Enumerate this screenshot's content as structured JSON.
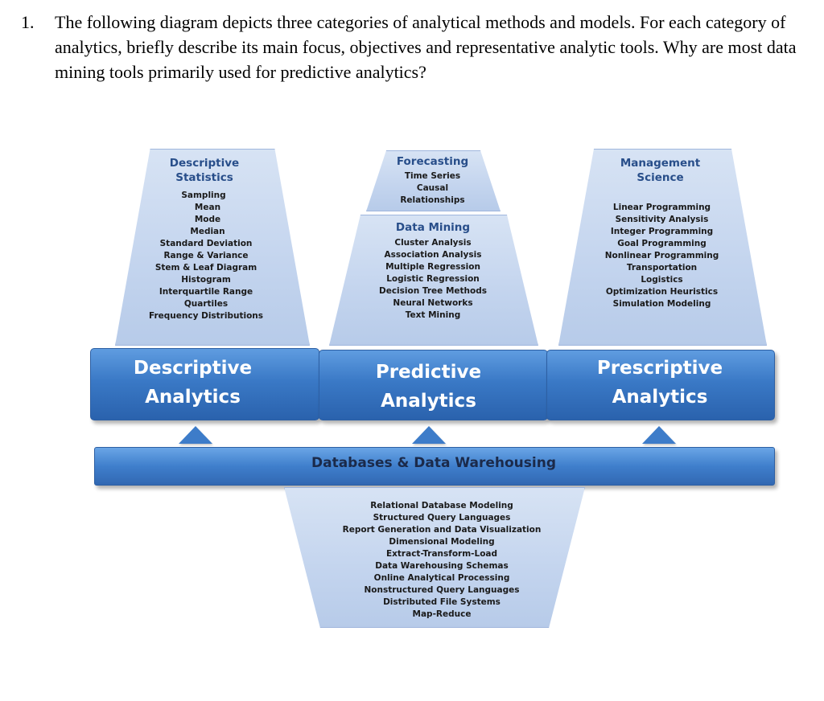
{
  "question": {
    "number": "1.",
    "text": "The following diagram depicts three categories of analytical methods and models.  For each category of analytics, briefly describe its main focus, objectives and representative analytic tools.  Why are most data mining tools primarily used for predictive analytics?"
  },
  "descriptive_box": {
    "title_lines": [
      "Descriptive",
      "Statistics"
    ],
    "items": [
      "Sampling",
      "Mean",
      "Mode",
      "Median",
      "Standard Deviation",
      "Range & Variance",
      "Stem & Leaf Diagram",
      "Histogram",
      "Interquartile Range",
      "Quartiles",
      "Frequency Distributions"
    ]
  },
  "forecasting_box": {
    "title": "Forecasting",
    "items": [
      "Time Series",
      "Causal",
      "Relationships"
    ]
  },
  "data_mining_box": {
    "title": "Data Mining",
    "items": [
      "Cluster Analysis",
      "Association Analysis",
      "Multiple Regression",
      "Logistic Regression",
      "Decision Tree Methods",
      "Neural Networks",
      "Text Mining"
    ]
  },
  "management_box": {
    "title_lines": [
      "Management",
      "Science"
    ],
    "items": [
      "Linear Programming",
      "Sensitivity Analysis",
      "Integer Programming",
      "Goal Programming",
      "Nonlinear Programming",
      "Transportation",
      "Logistics",
      "Optimization Heuristics",
      "Simulation Modeling"
    ]
  },
  "analytics_bars": {
    "descriptive": [
      "Descriptive",
      "Analytics"
    ],
    "predictive": [
      "Predictive",
      "Analytics"
    ],
    "prescriptive": [
      "Prescriptive",
      "Analytics"
    ]
  },
  "database_bar": {
    "label": "Databases & Data Warehousing"
  },
  "database_box": {
    "items": [
      "Relational Database Modeling",
      "Structured Query Languages",
      "Report Generation and Data Visualization",
      "Dimensional Modeling",
      "Extract-Transform-Load",
      "Data Warehousing Schemas",
      "Online Analytical Processing",
      "Nonstructured Query Languages",
      "Distributed File Systems",
      "Map-Reduce"
    ]
  },
  "colors": {
    "bar_blue": "#3a79c6",
    "box_light_blue": "#c3d4ee",
    "title_blue": "#284e8a"
  }
}
